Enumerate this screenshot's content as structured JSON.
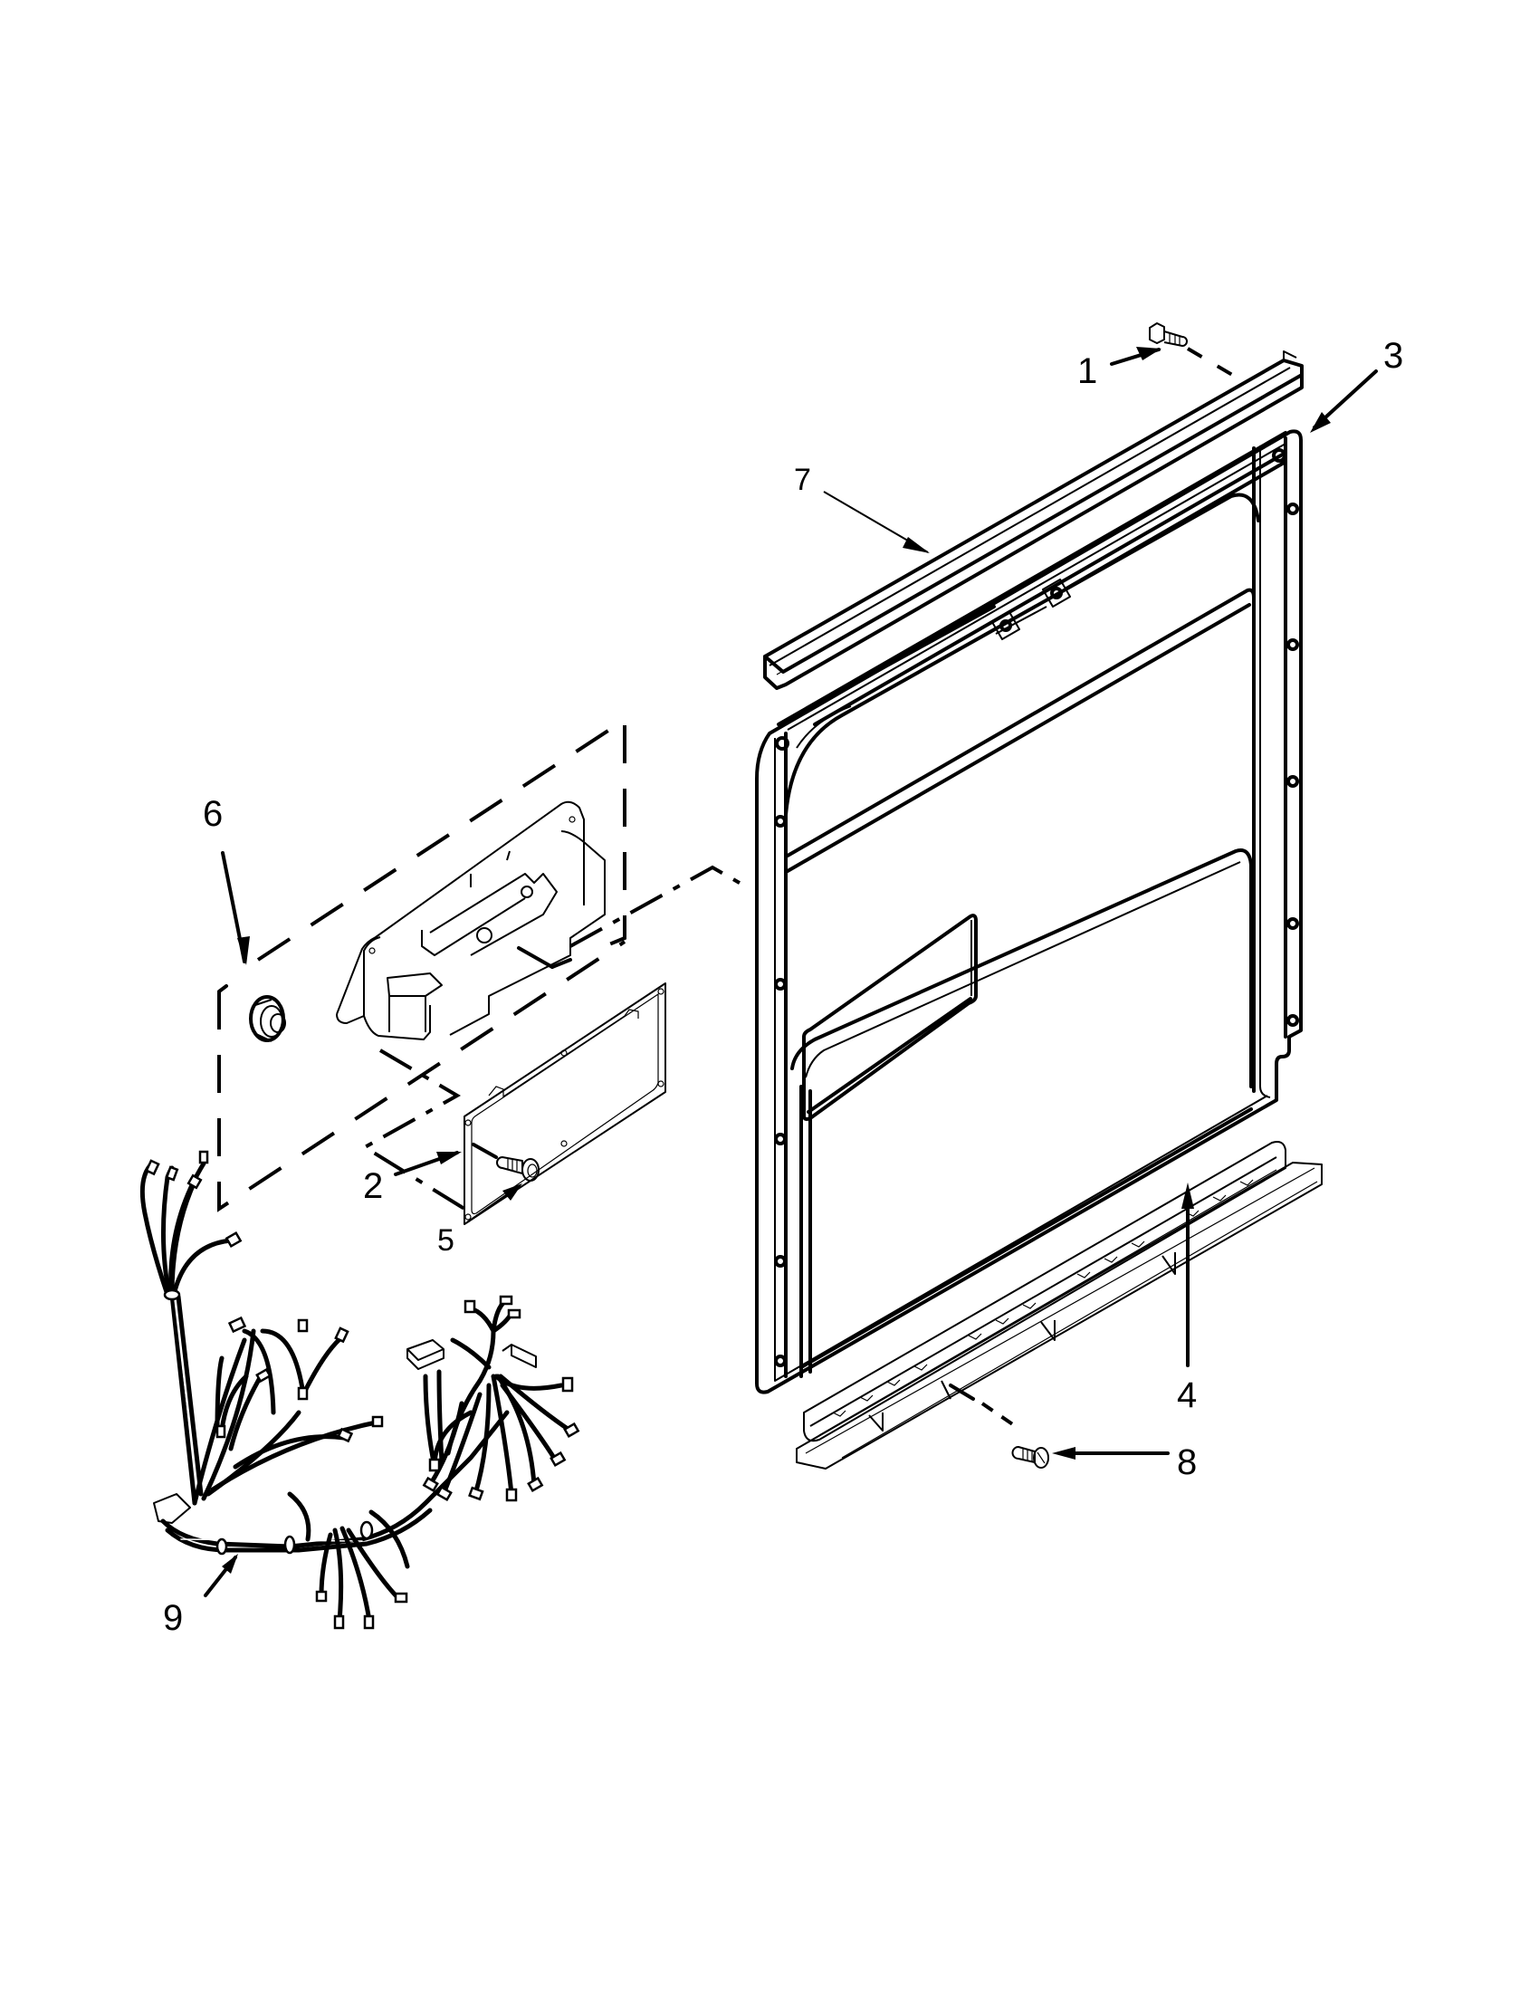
{
  "diagram": {
    "type": "exploded parts diagram",
    "subject": "dishwasher inner door panel assembly",
    "callouts": [
      {
        "id": "1",
        "label": "1",
        "part": "screw (top channel)"
      },
      {
        "id": "2",
        "label": "2",
        "part": "gasket"
      },
      {
        "id": "3",
        "label": "3",
        "part": "inner door panel"
      },
      {
        "id": "4",
        "label": "4",
        "part": "hinge / bottom rail"
      },
      {
        "id": "5",
        "label": "5",
        "part": "screw (gasket)"
      },
      {
        "id": "6",
        "label": "6",
        "part": "knob / grommet"
      },
      {
        "id": "7",
        "label": "7",
        "part": "top channel / vent trim"
      },
      {
        "id": "8",
        "label": "8",
        "part": "screw (bottom rail)"
      },
      {
        "id": "9",
        "label": "9",
        "part": "wiring harness"
      }
    ]
  },
  "colors": {
    "line": "#000000",
    "background": "#ffffff"
  }
}
